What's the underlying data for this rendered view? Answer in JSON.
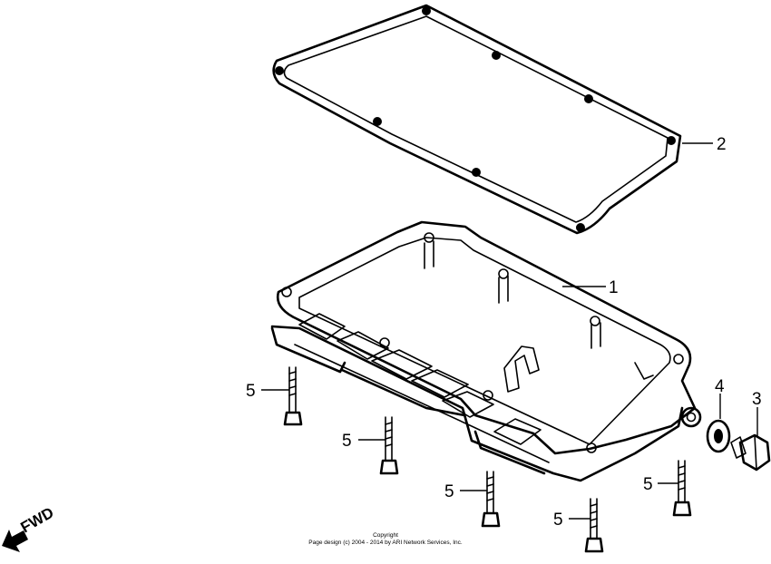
{
  "callouts": {
    "pan": "1",
    "gasket": "2",
    "drain_bolt": "3",
    "washer": "4",
    "bolt_1": "5",
    "bolt_2": "5",
    "bolt_3": "5",
    "bolt_4": "5",
    "bolt_5": "5"
  },
  "direction_label": "FWD",
  "copyright": {
    "line1": "Copyright",
    "line2": "Page design (c) 2004 - 2014 by ARI Network Services, Inc."
  }
}
